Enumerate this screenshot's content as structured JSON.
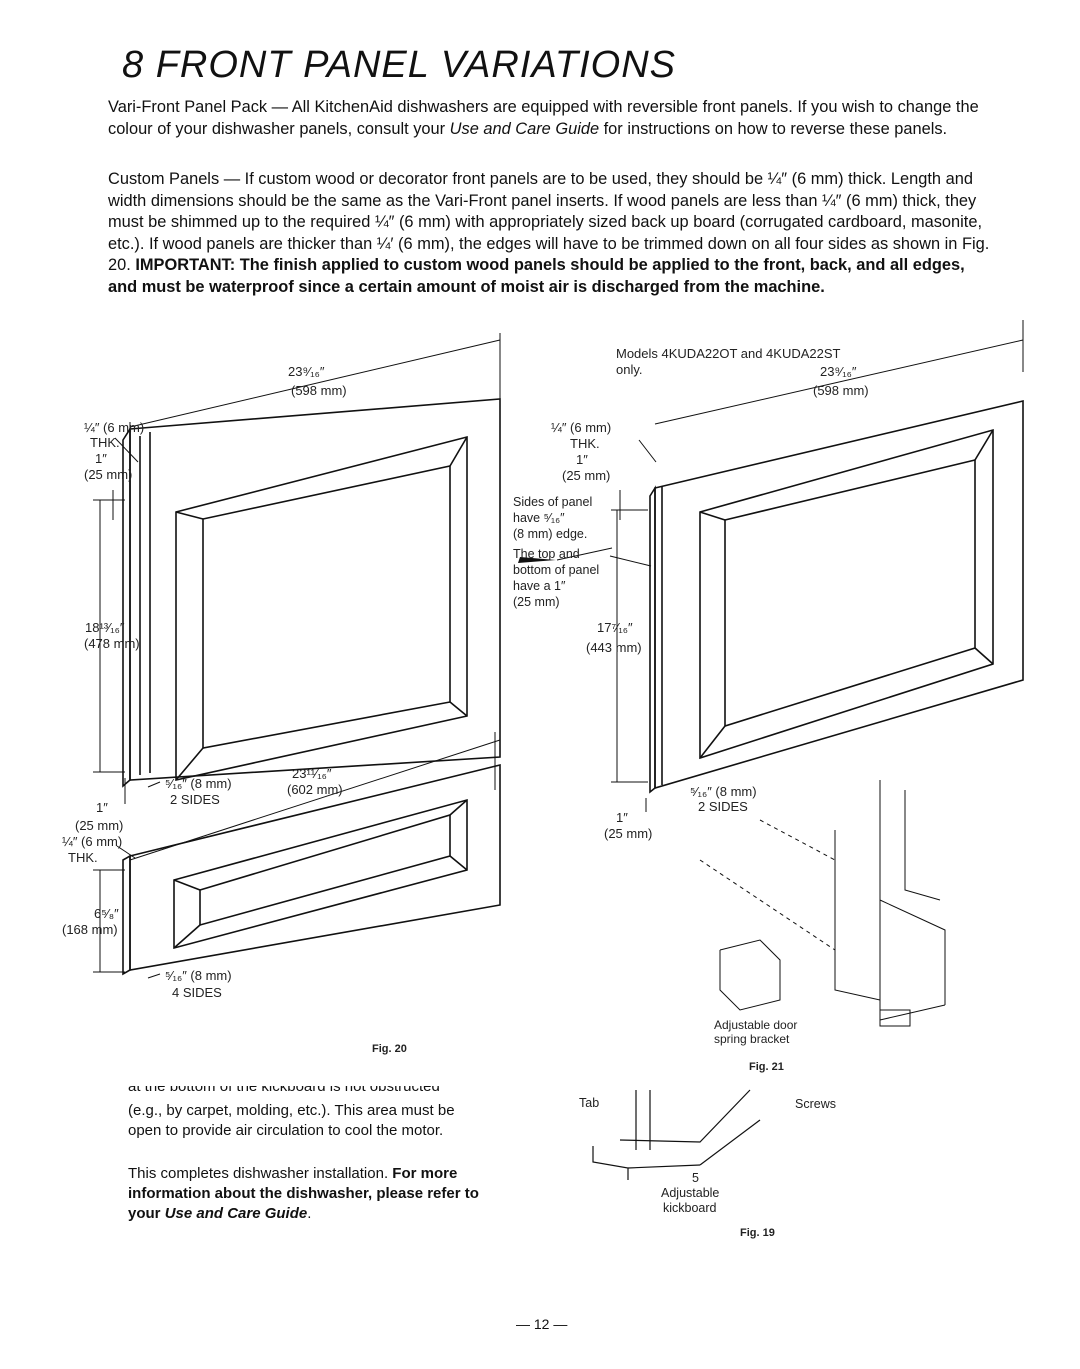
{
  "header": {
    "title": "8 FRONT PANEL VARIATIONS"
  },
  "intro": {
    "p1": "Vari-Front Panel Pack — All KitchenAid dishwashers are equipped with reversible front panels. If you wish to change the colour of your dishwasher panels, consult your ",
    "p1_italic": "Use and Care Guide",
    "p1_end": " for instructions on how to reverse these panels.",
    "p2": "Custom Panels — If custom wood or decorator front panels are to be used, they should be ¼″ (6 mm) thick. Length and width dimensions should be the same as the Vari-Front panel inserts. If wood panels are less than ¼″ (6 mm) thick, they must be shimmed up to the required ¼″ (6 mm) with appropriately sized back up board (corrugated cardboard, masonite, etc.). If wood panels are thicker than ¼′ (6 mm), the edges will have to be trimmed down on all four sides as shown in Fig. 20. ",
    "p2_bold": "IMPORTANT: The finish applied to custom wood panels should be applied to the front, back, and all edges, and must be waterproof since a certain amount of moist air is discharged from the machine."
  },
  "fig20": {
    "width_top": "23⁹⁄₁₆″",
    "width_top_mm": "(598 mm)",
    "thk": "¼″ (6 mm)",
    "thk_label": "THK.",
    "one_inch": "1″",
    "mm25": "(25 mm)",
    "height": "18¹³⁄₁₆″",
    "height_mm": "(478 mm)",
    "edge": "⁵⁄₁₆″ (8 mm)",
    "two_sides": "2 SIDES",
    "width_bottom": "23¹¹⁄₁₆″",
    "width_bottom_mm": "(602 mm)",
    "kick_height": "6⁵⁄₈″",
    "kick_height_mm": "(168 mm)",
    "four_sides": "4 SIDES",
    "caption": "Fig. 20"
  },
  "fig21": {
    "models": "Models 4KUDA22OT and 4KUDA22ST",
    "only": "only.",
    "width": "23⁹⁄₁₆″",
    "width_mm": "(598 mm)",
    "thk": "¼″ (6 mm)",
    "thk_label": "THK.",
    "one_inch": "1″",
    "mm25": "(25 mm)",
    "sides_note": [
      "Sides of panel",
      "have ⁵⁄₁₆″",
      "(8 mm) edge."
    ],
    "top_note": [
      "The top and",
      "bottom of panel",
      "have a 1″",
      "(25 mm)"
    ],
    "height": "17⁷⁄₁₆″",
    "height_mm": "(443 mm)",
    "edge": "⁵⁄₁₆″ (8 mm)",
    "two_sides": "2 SIDES",
    "bracket_label": [
      "Adjustable door",
      "spring bracket"
    ],
    "caption": "Fig. 21"
  },
  "fig19": {
    "tab": "Tab",
    "screws": "Screws",
    "number": "5",
    "kickboard": [
      "Adjustable",
      "kickboard"
    ],
    "caption": "Fig. 19"
  },
  "bottom": {
    "cut_line": "at the bottom of the kickboard is not obstructed",
    "p1": "(e.g., by carpet, molding, etc.). This area must be open to provide air circulation to cool the motor.",
    "p2": "This completes dishwasher installation. ",
    "p2_bold": "For more information about the dishwasher, please refer to your ",
    "p2_bold_italic": "Use and Care Guide",
    "p2_end": "."
  },
  "footer": {
    "page": "— 12 —"
  }
}
